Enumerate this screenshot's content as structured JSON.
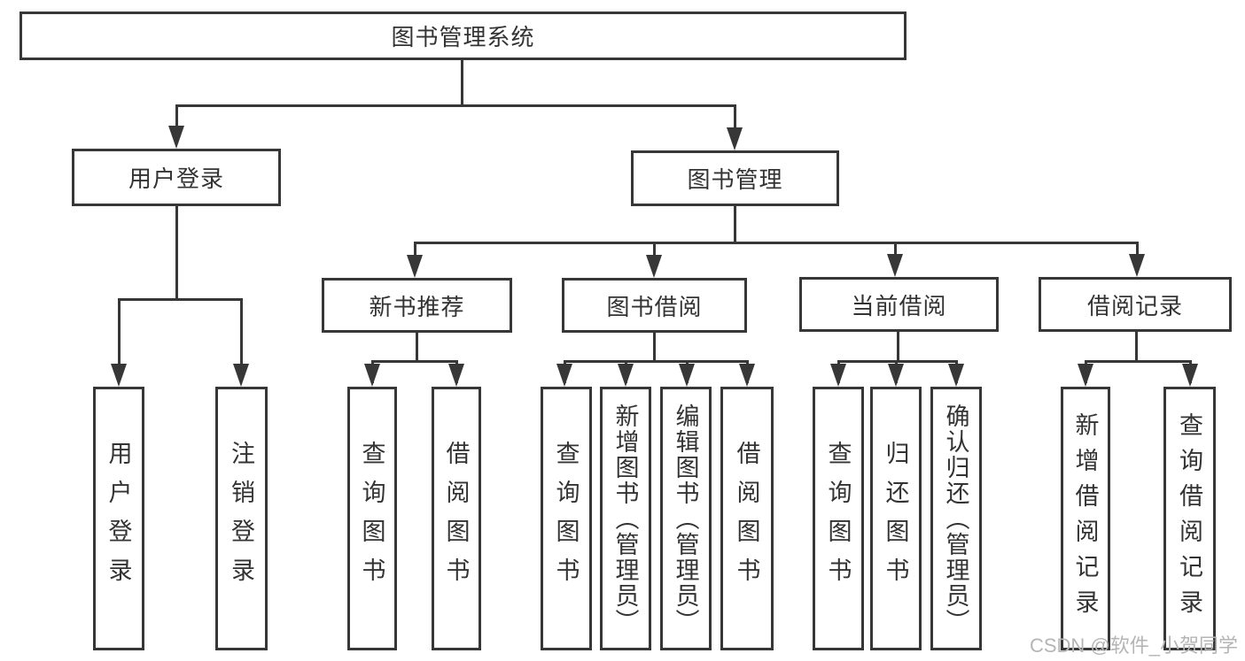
{
  "tree": {
    "root": "图书管理系统",
    "login": {
      "label": "用户登录",
      "children": [
        "用户登录",
        "注销登录"
      ]
    },
    "management": {
      "label": "图书管理",
      "modules": [
        {
          "label": "新书推荐",
          "children": [
            "查询图书",
            "借阅图书"
          ]
        },
        {
          "label": "图书借阅",
          "children": [
            "查询图书",
            "新增图书（管理员）",
            "编辑图书（管理员）",
            "借阅图书"
          ]
        },
        {
          "label": "当前借阅",
          "children": [
            "查询图书",
            "归还图书",
            "确认归还（管理员）"
          ]
        },
        {
          "label": "借阅记录",
          "children": [
            "新增借阅记录",
            "查询借阅记录"
          ]
        }
      ]
    }
  },
  "watermark": "CSDN @软件_小贺同学",
  "colors": {
    "line": "#373737",
    "text": "#333333",
    "watermark": "#b5b5b5",
    "background": "#ffffff"
  }
}
